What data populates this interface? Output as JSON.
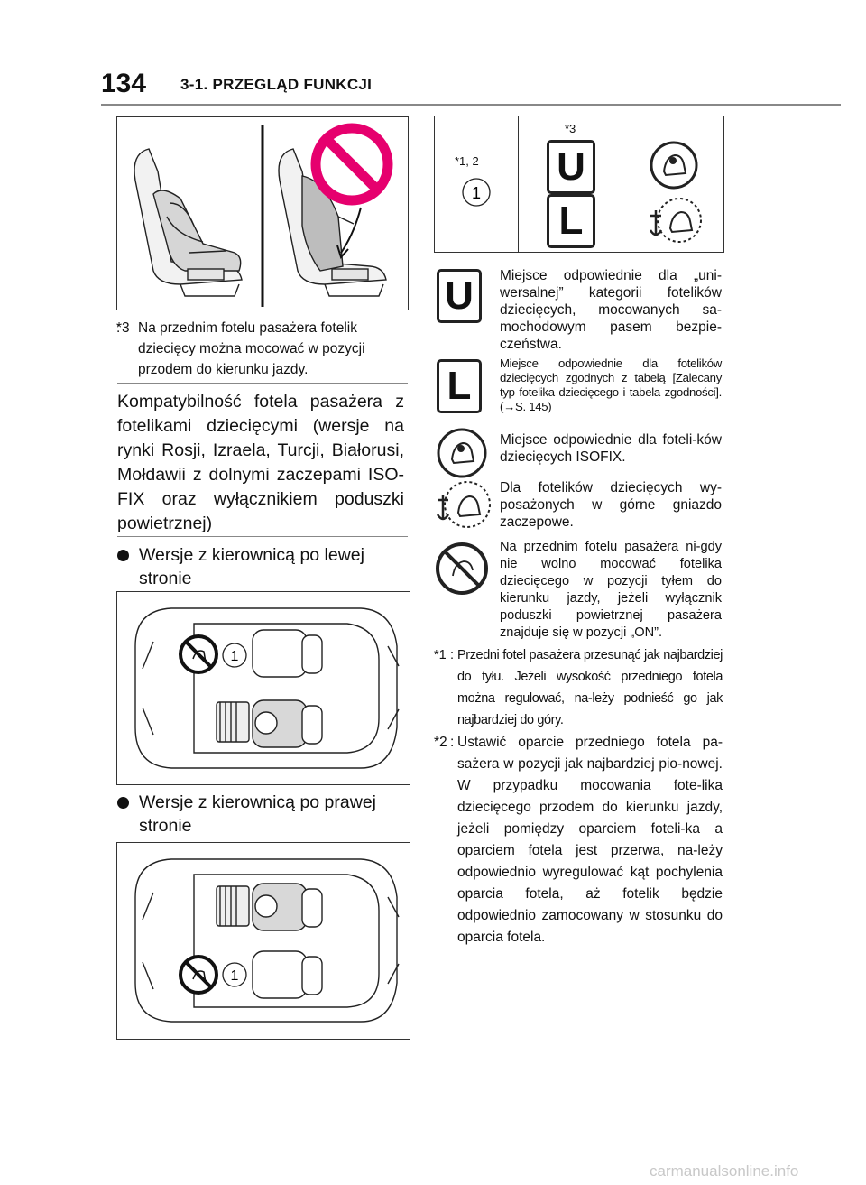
{
  "header": {
    "page_number": "134",
    "section_title": "3-1. PRZEGLĄD FUNKCJI"
  },
  "left": {
    "note3": {
      "mark": "*3",
      "text": "Na przednim fotelu pasażera fotelik dziecięcy można mocować w pozycji przodem do kierunku jazdy."
    },
    "compat_title": "Kompatybilność fotela pasażera z fotelikami dziecięcymi (wersje na rynki Rosji, Izraela, Turcji, Białorusi, Mołdawii z dolnymi zaczepami ISO-FIX oraz wyłącznikiem poduszki powietrznej)",
    "heading_lhd": "Wersje z kierownicą po lewej stronie",
    "heading_rhd": "Wersje z kierownicą po prawej stronie",
    "seat_number": "1"
  },
  "right": {
    "table": {
      "col1_header": "*1, 2",
      "col2_header": "*3",
      "seat_number": "1",
      "badge_u": "U",
      "badge_l": "L"
    },
    "legend": [
      {
        "text": "Miejsce odpowiednie dla „uni-wersalnej” kategorii fotelików dziecięcych, mocowanych sa-mochodowym pasem bezpie-czeństwa."
      },
      {
        "text": "Miejsce odpowiednie dla fotelików dziecięcych zgodnych z tabelą [Zalecany typ fotelika dziecięcego i tabela zgodności]. (→S. 145)"
      },
      {
        "text": "Miejsce odpowiednie dla foteli-ków dziecięcych ISOFIX."
      },
      {
        "text": "Dla fotelików dziecięcych wy-posażonych w górne gniazdo zaczepowe."
      },
      {
        "text": "Na przednim fotelu pasażera ni-gdy nie wolno mocować fotelika dziecięcego w pozycji tyłem do kierunku jazdy, jeżeli wyłącznik poduszki powietrznej pasażera znajduje się w pozycji „ON”."
      }
    ],
    "note1": {
      "mark": "*1",
      "text": "Przedni fotel pasażera przesunąć jak najbardziej do tyłu. Jeżeli wysokość przedniego fotela można regulować, na-leży podnieść go jak najbardziej do góry."
    },
    "note2": {
      "mark": "*2",
      "text": "Ustawić oparcie przedniego fotela pa-sażera w pozycji jak najbardziej pio-nowej. W przypadku mocowania fote-lika dziecięcego przodem do kierunku jazdy, jeżeli pomiędzy oparciem foteli-ka a oparciem fotela jest przerwa, na-leży odpowiednio wyregulować kąt pochylenia oparcia fotela, aż fotelik będzie odpowiednio zamocowany w stosunku do oparcia fotela."
    }
  },
  "watermark": "carmanualsonline.info",
  "colors": {
    "prohibit": "#e6006e",
    "rule": "#888888"
  }
}
